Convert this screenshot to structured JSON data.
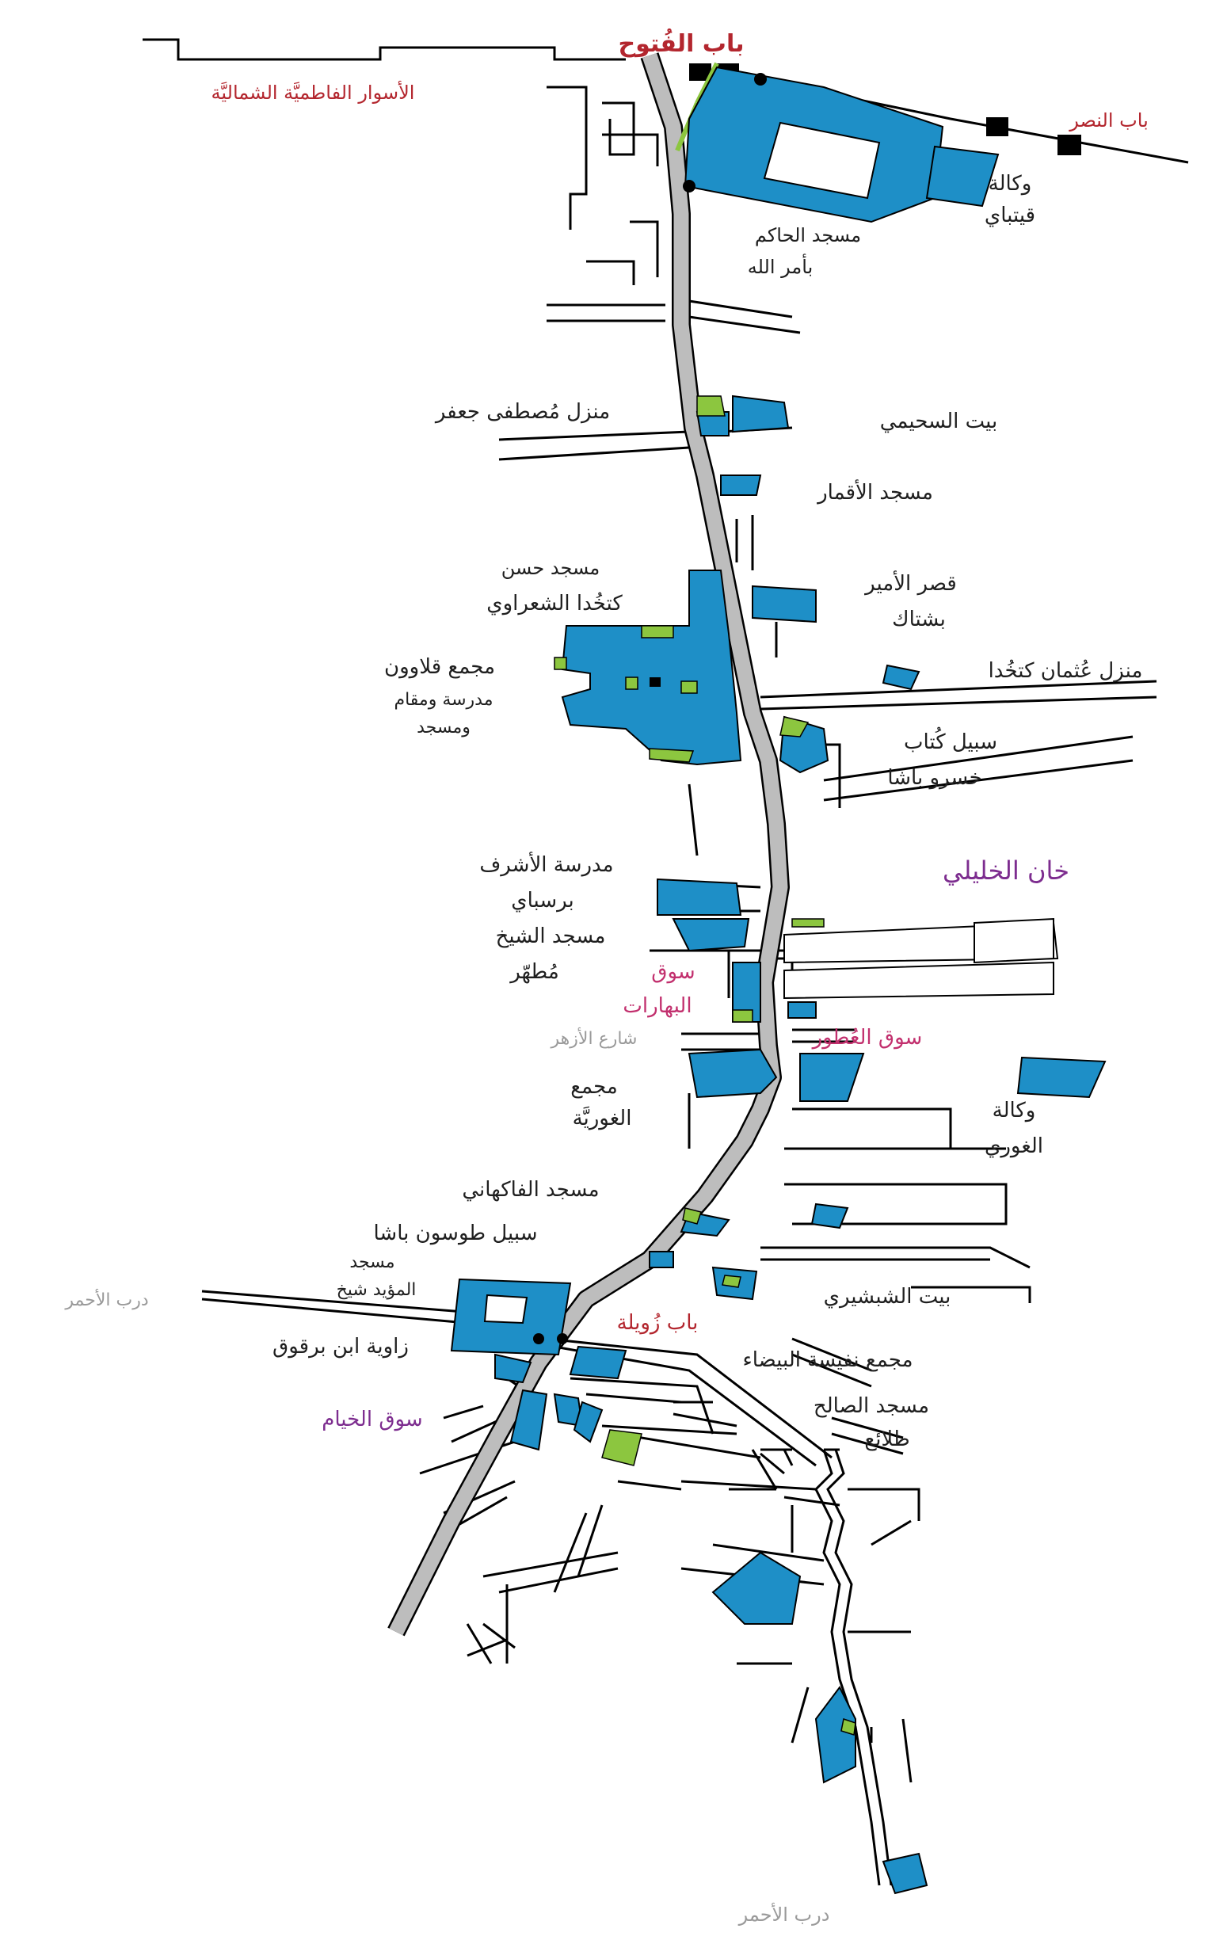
{
  "colors": {
    "building": "#1e8fc7",
    "green_space": "#8cc63f",
    "main_street": "#b9b9b9",
    "gate_label": "#b3262e",
    "landmark_label": "#1f1f1f",
    "market_label": "#c2306e",
    "khan_label": "#7d2d8f",
    "street_label": "#9a9a9a"
  },
  "labels": {
    "bab_al_futuh": "باب الفُتوح",
    "northern_walls": "الأسوار الفاطميَّة الشماليَّة",
    "bab_al_nasr": "باب النصر",
    "wikalat_qaytbay_1": "وكالة",
    "wikalat_qaytbay_2": "قيتباي",
    "hakim_mosque_1": "مسجد الحاكم",
    "hakim_mosque_2": "بأمر الله",
    "beit_suhaymi": "بيت السحيمي",
    "mustafa_jafar": "منزل مُصطفى جعفر",
    "aqmar_mosque": "مسجد الأقمار",
    "hassan_kathkhuda_1": "مسجد حسن",
    "hassan_kathkhuda_2": "كتخُدا الشعراوي",
    "qasr_bashtak_1": "قصر الأمير",
    "qasr_bashtak_2": "بشتاك",
    "uthman_kathkhuda": "منزل عُثمان كتخُدا",
    "qalawun_1": "مجمع قلاوون",
    "qalawun_2": "مدرسة ومقام",
    "qalawun_3": "ومسجد",
    "sabil_khusraw_1": "سبيل كُتاب",
    "sabil_khusraw_2": "خسرو باشا",
    "khan_khalili": "خان الخليلي",
    "ashraf_barsbay_1": "مدرسة الأشرف",
    "ashraf_barsbay_2": "برسباي",
    "sheikh_mutahhar_1": "مسجد الشيخ",
    "sheikh_mutahhar_2": "مُطهّر",
    "suq_baharat_1": "سوق",
    "suq_baharat_2": "البهارات",
    "azhar_street": "شارع الأزهر",
    "suq_attarin": "سوق العُطور",
    "ghuriyya_1": "مجمع",
    "ghuriyya_2": "الغوريَّة",
    "wikalat_ghuri_1": "وكالة",
    "wikalat_ghuri_2": "الغوري",
    "fakahani_mosque": "مسجد الفاكهاني",
    "sabil_tusun": "سبيل طوسون باشا",
    "muayyad_1": "مسجد",
    "muayyad_2": "المؤيد شيخ",
    "darb_ahmar_west": "درب الأحمر",
    "beit_shabshiri": "بيت الشبشيري",
    "bab_zuwayla": "باب زُويلة",
    "zawiya_barquq": "زاوية ابن برقوق",
    "nafisa_bayda": "مجمع نفيسة البيضاء",
    "salih_talai_1": "مسجد الصالح",
    "salih_talai_2": "طلائع",
    "suq_khayamiyya": "سوق الخيام",
    "darb_ahmar_south": "درب الأحمر"
  }
}
